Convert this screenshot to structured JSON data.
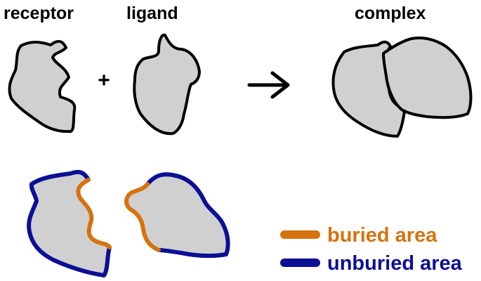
{
  "labels": {
    "receptor": "receptor",
    "ligand": "ligand",
    "complex": "complex",
    "plus": "+"
  },
  "legend": {
    "buried": "buried area",
    "unburied": "unburied area"
  },
  "colors": {
    "buried": "#d4730f",
    "unburied": "#0a0f96",
    "shape_fill": "#d0d0d0",
    "outline": "#000000"
  }
}
